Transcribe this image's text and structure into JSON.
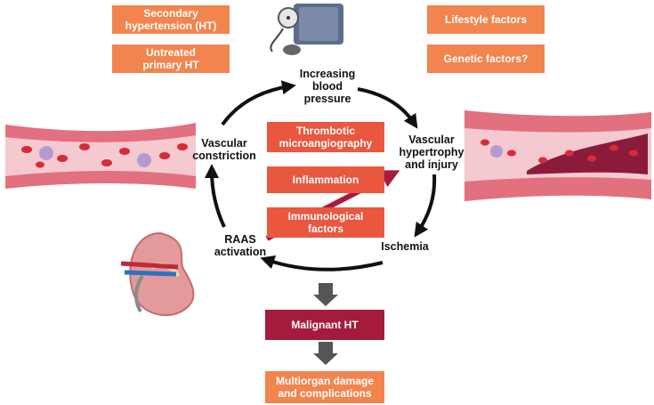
{
  "factors_left": [
    "Secondary\nhypertension (HT)",
    "Untreated\nprimary HT"
  ],
  "factors_right": [
    "Lifestyle factors",
    "Genetic factors?"
  ],
  "cycle": {
    "top": "Increasing\nblood\npressure",
    "right": "Vascular\nhypertrophy\nand injury",
    "bottom": "Ischemia",
    "left_lower": "RAAS\nactivation",
    "left_upper": "Vascular\nconstriction"
  },
  "center_boxes": [
    "Thrombotic\nmicroangiography",
    "Inflammation",
    "Immunological\nfactors"
  ],
  "outcomes": [
    "Malignant HT",
    "Multiorgan damage\nand complications"
  ],
  "colors": {
    "factor_box": "#f2844e",
    "center_box": "#e9573f",
    "malignant_box": "#a51b3d",
    "vessel": "#e2707f",
    "blood_cell": "#d62b3a"
  }
}
